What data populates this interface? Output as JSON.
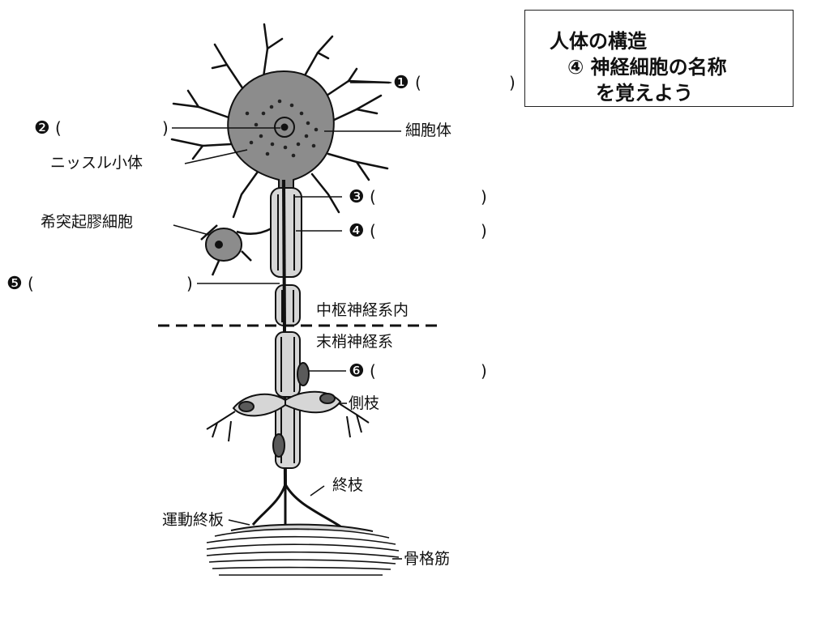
{
  "title_box": {
    "line1": "人体の構造",
    "line2": "④ 神経細胞の名称",
    "line3": "を覚えよう"
  },
  "blanks": [
    {
      "number": "❶",
      "open": "(",
      "close": ")"
    },
    {
      "number": "❷",
      "open": "(",
      "close": ")"
    },
    {
      "number": "❸",
      "open": "(",
      "close": ")"
    },
    {
      "number": "❹",
      "open": "(",
      "close": ")"
    },
    {
      "number": "❺",
      "open": "(",
      "close": ")"
    },
    {
      "number": "❻",
      "open": "(",
      "close": ")"
    }
  ],
  "labels": {
    "cell_body": "細胞体",
    "nissl": "ニッスル小体",
    "oligodendrocyte": "希突起膠細胞",
    "cns": "中枢神経系内",
    "pns": "末梢神経系",
    "collateral": "側枝",
    "terminal_branch": "終枝",
    "motor_end_plate": "運動終板",
    "skeletal_muscle": "骨格筋"
  },
  "colors": {
    "ink": "#111111",
    "cell_fill": "#8c8c8c",
    "sheath_fill": "#d6d6d6",
    "node_fill": "#5a5a5a"
  }
}
